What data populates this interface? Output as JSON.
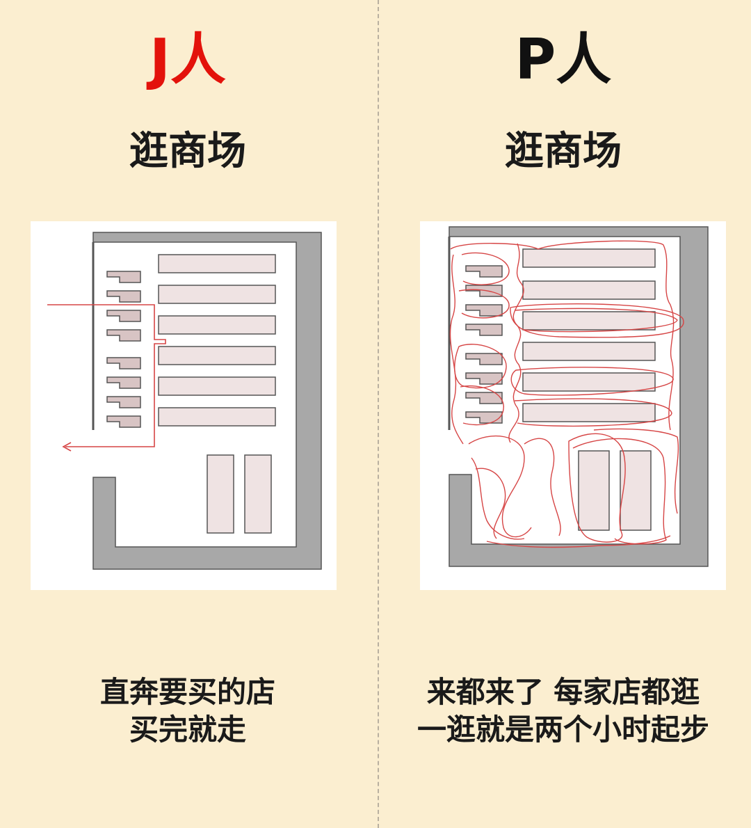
{
  "left": {
    "heading": "J人",
    "subtitle": "逛商场",
    "caption_line1": "直奔要买的店",
    "caption_line2": "买完就走",
    "accent_color": "#e3120b"
  },
  "right": {
    "heading": "P人",
    "subtitle": "逛商场",
    "caption_line1": "来都来了 每家店都逛",
    "caption_line2": "一逛就是两个小时起步"
  },
  "colors": {
    "background": "#fbeed0",
    "wall": "#a8a8a8",
    "store": "#efe3e3",
    "small_store": "#d8c4c4",
    "route": "#d64545"
  }
}
